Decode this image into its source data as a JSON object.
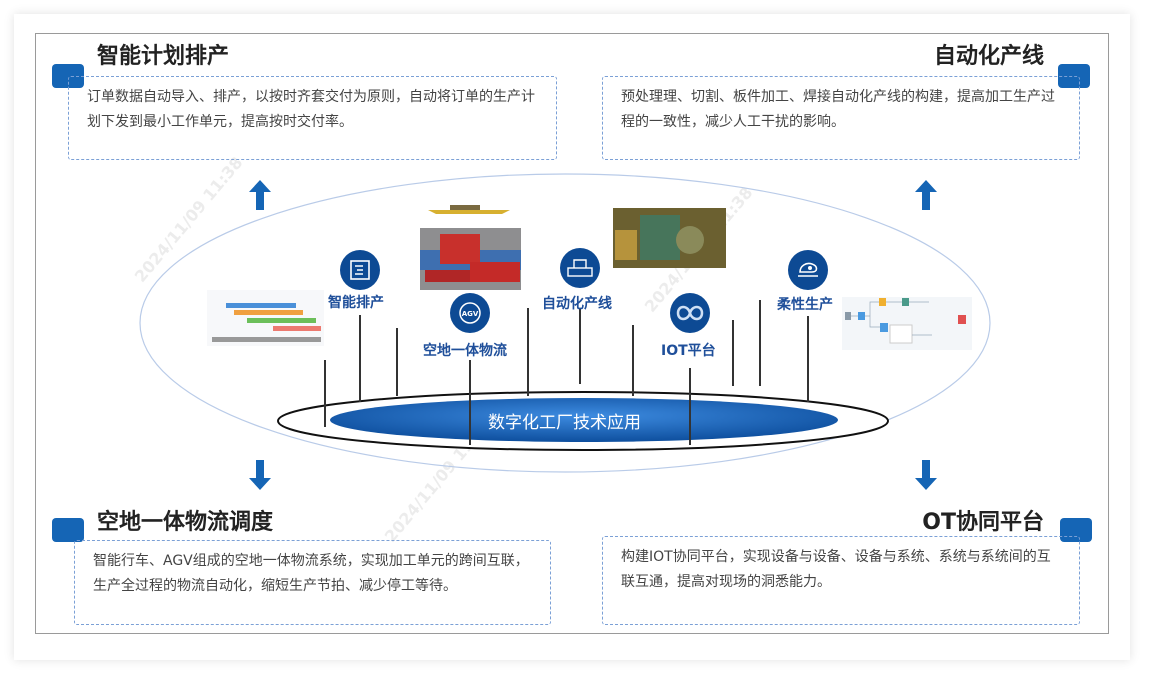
{
  "corners": {
    "top_left": {
      "title": "智能计划排产",
      "text": "订单数据自动导入、排产，以按时齐套交付为原则，自动将订单的生产计划下发到最小工作单元，提高按时交付率。"
    },
    "top_right": {
      "title": "自动化产线",
      "text": "预处理理、切割、板件加工、焊接自动化产线的构建，提高加工生产过程的一致性，减少人工干扰的影响。"
    },
    "bottom_left": {
      "title": "空地一体物流调度",
      "text": "智能行车、AGV组成的空地一体物流系统，实现加工单元的跨间互联，生产全过程的物流自动化，缩短生产节拍、减少停工等待。"
    },
    "bottom_right": {
      "title": "OT协同平台",
      "text": "构建IOT协同平台，实现设备与设备、设备与系统、系统与系统间的互联互通，提高对现场的洞悉能力。"
    }
  },
  "center": {
    "core_label": "数字化工厂技术应用",
    "nodes": [
      {
        "label": "智能排产",
        "icon": "schedule-icon"
      },
      {
        "label": "空地一体物流",
        "icon": "agv-icon",
        "icon_text": "AGV"
      },
      {
        "label": "自动化产线",
        "icon": "production-line-icon"
      },
      {
        "label": "IOT平台",
        "icon": "iot-icon"
      },
      {
        "label": "柔性生产",
        "icon": "flexible-production-icon"
      }
    ]
  },
  "colors": {
    "accent": "#1565b5",
    "label": "#1f4f9a",
    "core": "#1a62b8"
  }
}
